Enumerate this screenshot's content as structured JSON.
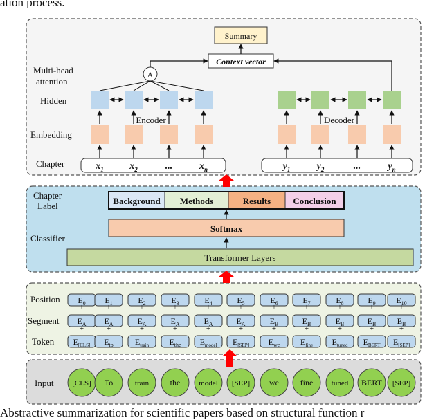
{
  "top_text": "ation process.",
  "caption": "Abstractive summarization for scientific papers based on structural function r",
  "decoder_section": {
    "summary_label": "Summary",
    "context_vector_label": "Context vector",
    "attention_node_label": "A",
    "row_labels": {
      "attention_line1": "Multi-head",
      "attention_line2": "attention",
      "hidden": "Hidden",
      "embedding": "Embedding",
      "chapter": "Chapter"
    },
    "encoder_label": "Encoder",
    "decoder_label": "Decoder",
    "encoder_inputs": [
      {
        "base": "x",
        "sub": "1"
      },
      {
        "base": "x",
        "sub": "2"
      },
      {
        "base": "...",
        "sub": ""
      },
      {
        "base": "x",
        "sub": "n"
      }
    ],
    "decoder_inputs": [
      {
        "base": "y",
        "sub": "1"
      },
      {
        "base": "y",
        "sub": "2"
      },
      {
        "base": "...",
        "sub": ""
      },
      {
        "base": "y",
        "sub": "n"
      }
    ]
  },
  "classifier_section": {
    "chapter_label_line1": "Chapter",
    "chapter_label_line2": "Label",
    "classifier_label": "Classifier",
    "labels": [
      {
        "text": "Background",
        "color": "#dbe7f5"
      },
      {
        "text": "Methods",
        "color": "#e3efd5"
      },
      {
        "text": "Results",
        "color": "#f4b183"
      },
      {
        "text": "Conclusion",
        "color": "#f3d0e8"
      }
    ],
    "softmax_label": "Softmax",
    "transformer_label": "Transformer Layers"
  },
  "embedding_section": {
    "row_labels": {
      "position": "Position",
      "segment": "Segment",
      "token": "Token"
    },
    "plus_sign": "+",
    "position": [
      {
        "base": "E",
        "sub": "0"
      },
      {
        "base": "E",
        "sub": "1"
      },
      {
        "base": "E",
        "sub": "2"
      },
      {
        "base": "E",
        "sub": "3"
      },
      {
        "base": "E",
        "sub": "4"
      },
      {
        "base": "E",
        "sub": "5"
      },
      {
        "base": "E",
        "sub": "6"
      },
      {
        "base": "E",
        "sub": "7"
      },
      {
        "base": "E",
        "sub": "8"
      },
      {
        "base": "E",
        "sub": "9"
      },
      {
        "base": "E",
        "sub": "10"
      }
    ],
    "segment": [
      {
        "base": "E",
        "sub": "A"
      },
      {
        "base": "E",
        "sub": "A"
      },
      {
        "base": "E",
        "sub": "A"
      },
      {
        "base": "E",
        "sub": "A"
      },
      {
        "base": "E",
        "sub": "A"
      },
      {
        "base": "E",
        "sub": "A"
      },
      {
        "base": "E",
        "sub": "B"
      },
      {
        "base": "E",
        "sub": "B"
      },
      {
        "base": "E",
        "sub": "B"
      },
      {
        "base": "E",
        "sub": "B"
      },
      {
        "base": "E",
        "sub": "B"
      }
    ],
    "token": [
      {
        "base": "E",
        "sub": "[CLS]"
      },
      {
        "base": "E",
        "sub": "to"
      },
      {
        "base": "E",
        "sub": "train"
      },
      {
        "base": "E",
        "sub": "the"
      },
      {
        "base": "E",
        "sub": "model"
      },
      {
        "base": "E",
        "sub": "[SEP]"
      },
      {
        "base": "E",
        "sub": "we"
      },
      {
        "base": "E",
        "sub": "fine"
      },
      {
        "base": "E",
        "sub": "tuned"
      },
      {
        "base": "E",
        "sub": "BERT"
      },
      {
        "base": "E",
        "sub": "[SEP]"
      }
    ]
  },
  "input_section": {
    "label": "Input",
    "tokens": [
      "[CLS]",
      "To",
      "train",
      "the",
      "model",
      "[SEP]",
      "we",
      "fine",
      "tuned",
      "BERT",
      "[SEP]"
    ]
  },
  "colors": {
    "hidden_encoder": "#bdd7ee",
    "hidden_decoder": "#a9d18e",
    "embedding": "#f8cbad",
    "summary_fill": "#fff2cc",
    "classifier_bg": "#bfdfee",
    "embedding_bg": "#eef3e4",
    "input_bg": "#dcdcdc",
    "softmax_fill": "#f8cbad",
    "transformer_fill": "#c5d9a0",
    "embed_box_fill": "#bdd7ee",
    "token_circle": "#92d050",
    "red_arrow": "#ff0000"
  }
}
